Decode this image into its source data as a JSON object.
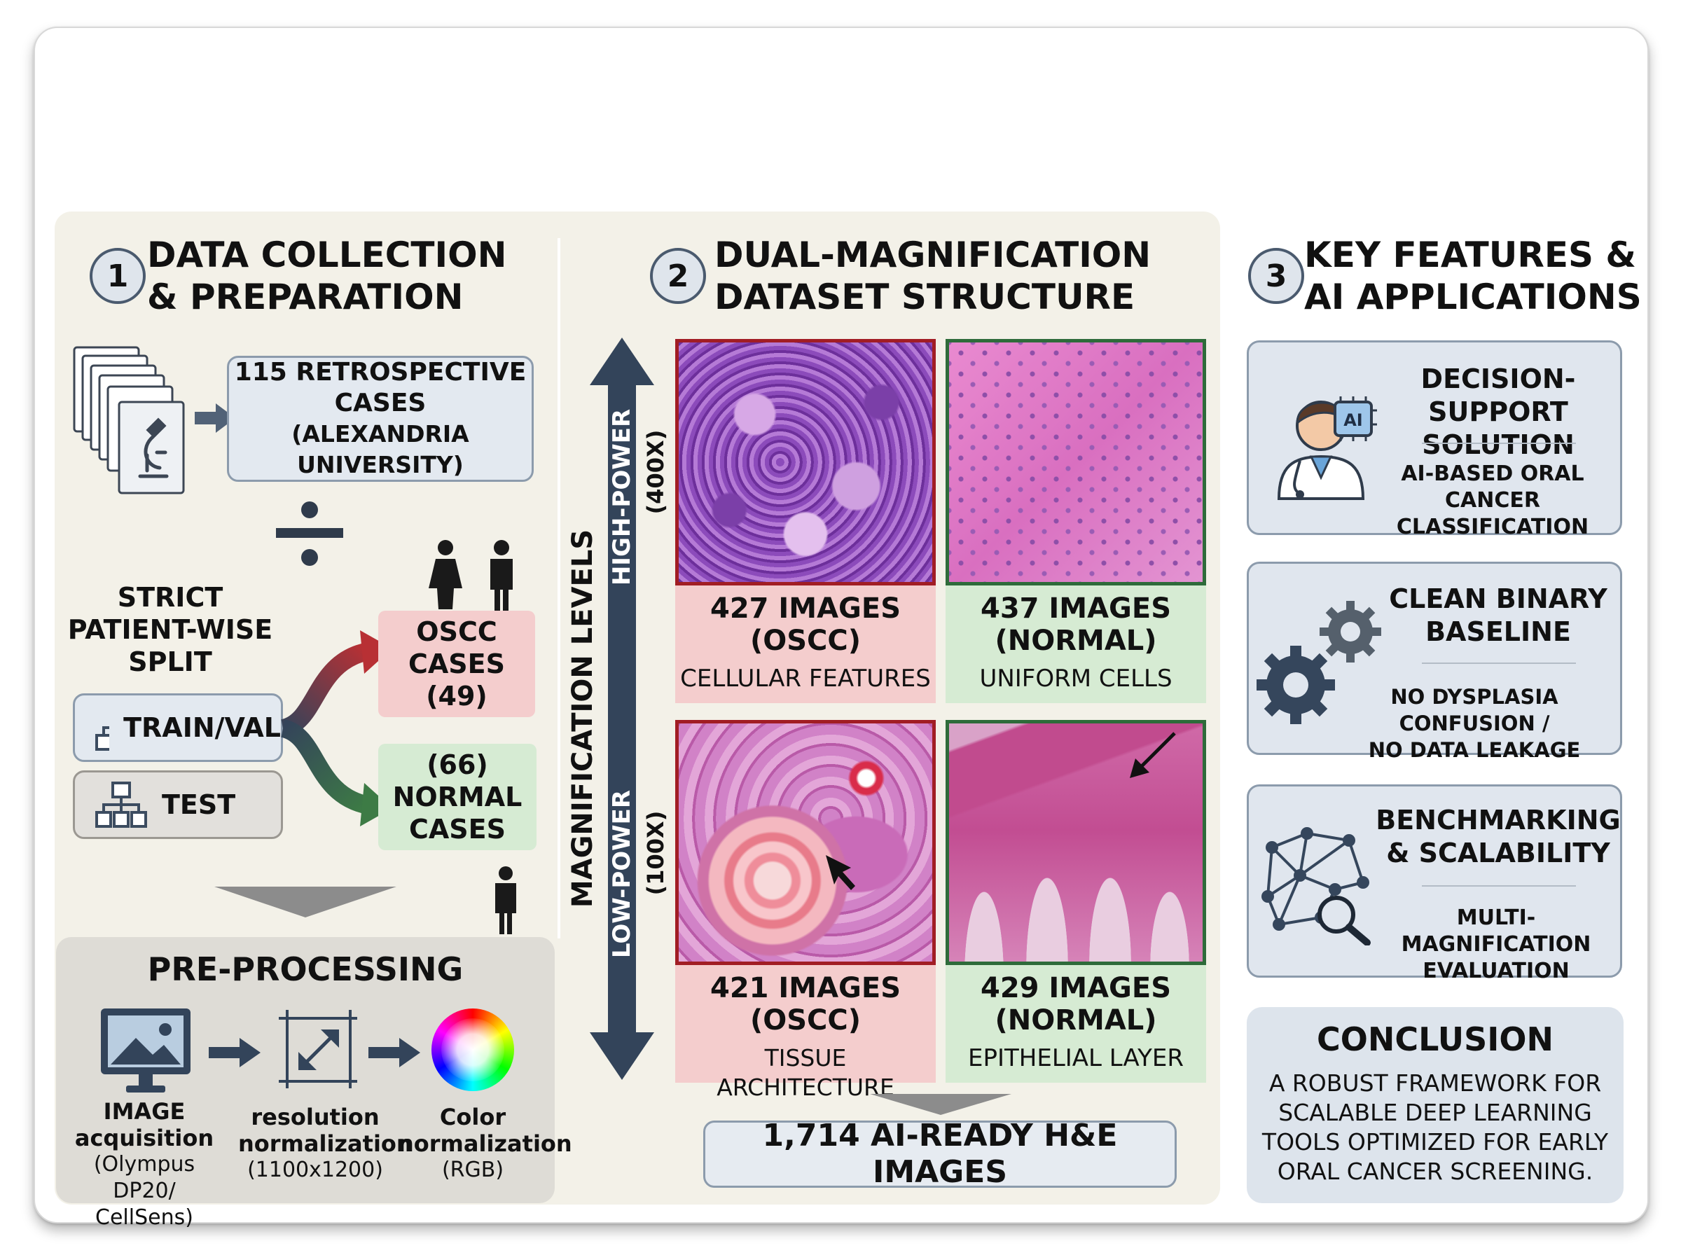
{
  "sections": [
    {
      "number": "1",
      "title_lines": [
        "DATA COLLECTION",
        "& PREPARATION"
      ]
    },
    {
      "number": "2",
      "title_lines": [
        "DUAL-MAGNIFICATION",
        "DATASET STRUCTURE"
      ]
    },
    {
      "number": "3",
      "title_lines": [
        "KEY FEATURES &",
        "AI APPLICATIONS"
      ]
    }
  ],
  "collection": {
    "cases_lines": [
      "115 RETROSPECTIVE",
      "CASES",
      "(ALEXANDRIA UNIVERSITY)"
    ],
    "split_lines": [
      "STRICT",
      "PATIENT-WISE",
      "SPLIT"
    ],
    "train_label": "TRAIN/VAL",
    "test_label": "TEST",
    "oscc_lines": [
      "OSCC",
      "CASES",
      "(49)"
    ],
    "normal_lines": [
      "(66)",
      "NORMAL",
      "CASES"
    ]
  },
  "preprocessing": {
    "title": "PRE-PROCESSING",
    "steps": [
      {
        "icon": "monitor-image-icon",
        "bold_lines": [
          "IMAGE",
          "acquisition"
        ],
        "detail_lines": [
          "(Olympus DP20/",
          "CellSens)"
        ]
      },
      {
        "icon": "resize-icon",
        "bold_lines": [
          "resolution",
          "normalization"
        ],
        "detail_lines": [
          "(1100x1200)"
        ]
      },
      {
        "icon": "color-wheel-icon",
        "bold_lines": [
          "Color",
          "normalization"
        ],
        "detail_lines": [
          "(RGB)"
        ]
      }
    ]
  },
  "magnification": {
    "axis_label": "MAGNIFICATION LEVELS",
    "high_power": "HIGH-POWER",
    "high_zoom": "(400X)",
    "low_power": "LOW-POWER",
    "low_zoom": "(100X)",
    "tiles": [
      {
        "count_lines": [
          "427 IMAGES",
          "(OSCC)"
        ],
        "feature": "CELLULAR FEATURES",
        "class": "oscc"
      },
      {
        "count_lines": [
          "437 IMAGES",
          "(NORMAL)"
        ],
        "feature": "UNIFORM CELLS",
        "class": "normal"
      },
      {
        "count_lines": [
          "421 IMAGES",
          "(OSCC)"
        ],
        "feature": "TISSUE ARCHITECTURE",
        "class": "oscc"
      },
      {
        "count_lines": [
          "429 IMAGES",
          "(NORMAL)"
        ],
        "feature": "EPITHELIAL LAYER",
        "class": "normal"
      }
    ],
    "total": "1,714 AI-READY H&E IMAGES"
  },
  "features": [
    {
      "icon": "doctor-ai-icon",
      "title_lines": [
        "DECISION-SUPPORT",
        "SOLUTION"
      ],
      "sub_lines": [
        "AI-BASED ORAL CANCER",
        "CLASSIFICATION"
      ]
    },
    {
      "icon": "gears-icon",
      "title_lines": [
        "CLEAN BINARY",
        "BASELINE"
      ],
      "sub_lines": [
        "NO DYSPLASIA CONFUSION /",
        "NO DATA LEAKAGE"
      ]
    },
    {
      "icon": "network-icon",
      "title_lines": [
        "BENCHMARKING",
        "& SCALABILITY"
      ],
      "sub_lines": [
        "MULTI-MAGNIFICATION",
        "EVALUATION"
      ]
    }
  ],
  "conclusion": {
    "title": "CONCLUSION",
    "lines": [
      "A ROBUST FRAMEWORK FOR",
      "SCALABLE DEEP LEARNING",
      "TOOLS OPTIMIZED FOR EARLY",
      "ORAL CANCER SCREENING."
    ]
  },
  "colors": {
    "panel": "#f3f1e8",
    "oscc": "#f4cdcd",
    "normal": "#d6ebd3",
    "oscc_border": "#a11d24",
    "normal_border": "#2e6b3a",
    "navy": "#33445a"
  }
}
